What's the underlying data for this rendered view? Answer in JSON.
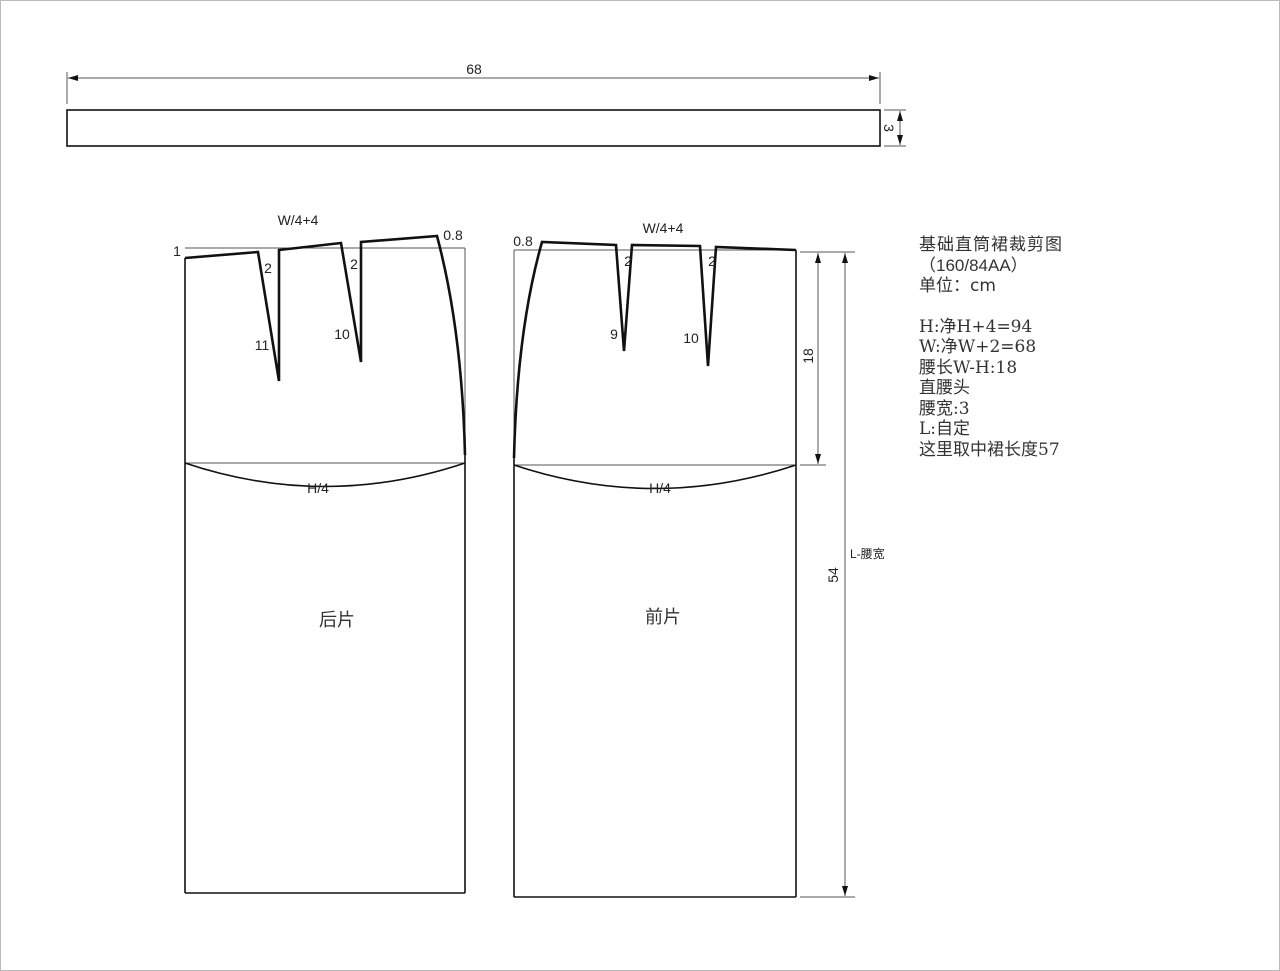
{
  "waistband": {
    "length_label": "68",
    "width_label": "3"
  },
  "back_piece": {
    "name": "后片",
    "waist_label": "W/4+4",
    "hip_label": "H/4",
    "side_raise_label": "0.8",
    "center_drop_label": "1",
    "dart1": {
      "width": "2",
      "length": "11"
    },
    "dart2": {
      "width": "2",
      "length": "10"
    }
  },
  "front_piece": {
    "name": "前片",
    "waist_label": "W/4+4",
    "hip_label": "H/4",
    "side_raise_label": "0.8",
    "dart1": {
      "width": "2",
      "length": "9"
    },
    "dart2": {
      "width": "2",
      "length": "10"
    }
  },
  "dimensions": {
    "hip_depth": "18",
    "skirt_length": "54",
    "skirt_length_formula": "L-腰宽"
  },
  "notes": {
    "title": "基础直筒裙裁剪图",
    "size": "（160/84AA）",
    "unit": "单位：cm",
    "lines": [
      "H:净H+4=94",
      "W:净W+2=68",
      "腰长W-H:18",
      "直腰头",
      "腰宽:3",
      "L:自定",
      "这里取中裙长度57"
    ]
  }
}
